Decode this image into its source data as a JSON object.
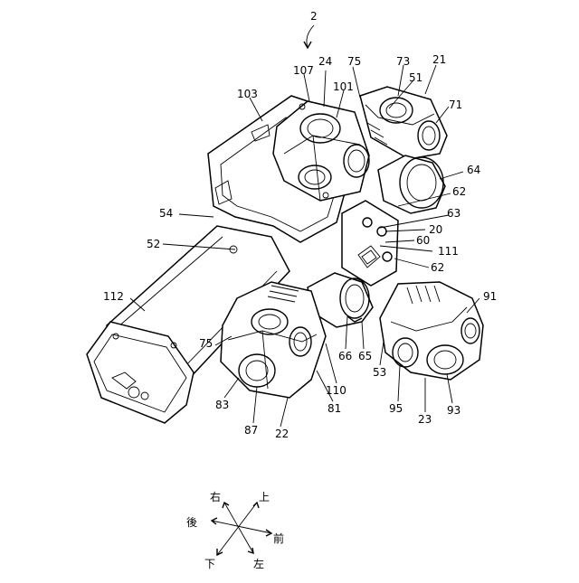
{
  "figure": {
    "ref_main": "2",
    "labels": [
      {
        "key": "l24",
        "text": "24"
      },
      {
        "key": "l75a",
        "text": "75"
      },
      {
        "key": "l73",
        "text": "73"
      },
      {
        "key": "l21",
        "text": "21"
      },
      {
        "key": "l107",
        "text": "107"
      },
      {
        "key": "l101",
        "text": "101"
      },
      {
        "key": "l51",
        "text": "51"
      },
      {
        "key": "l71",
        "text": "71"
      },
      {
        "key": "l103",
        "text": "103"
      },
      {
        "key": "l64",
        "text": "64"
      },
      {
        "key": "l62a",
        "text": "62"
      },
      {
        "key": "l54",
        "text": "54"
      },
      {
        "key": "l63",
        "text": "63"
      },
      {
        "key": "l20",
        "text": "20"
      },
      {
        "key": "l60",
        "text": "60"
      },
      {
        "key": "l111",
        "text": "111"
      },
      {
        "key": "l52",
        "text": "52"
      },
      {
        "key": "l62b",
        "text": "62"
      },
      {
        "key": "l112",
        "text": "112"
      },
      {
        "key": "l91",
        "text": "91"
      },
      {
        "key": "l75b",
        "text": "75"
      },
      {
        "key": "l66",
        "text": "66"
      },
      {
        "key": "l65",
        "text": "65"
      },
      {
        "key": "l110",
        "text": "110"
      },
      {
        "key": "l53",
        "text": "53"
      },
      {
        "key": "l83",
        "text": "83"
      },
      {
        "key": "l81",
        "text": "81"
      },
      {
        "key": "l95",
        "text": "95"
      },
      {
        "key": "l93",
        "text": "93"
      },
      {
        "key": "l87",
        "text": "87"
      },
      {
        "key": "l22",
        "text": "22"
      },
      {
        "key": "l23",
        "text": "23"
      }
    ],
    "directions": {
      "right": "右",
      "up": "上",
      "back": "後",
      "front": "前",
      "down": "下",
      "left": "左"
    }
  }
}
